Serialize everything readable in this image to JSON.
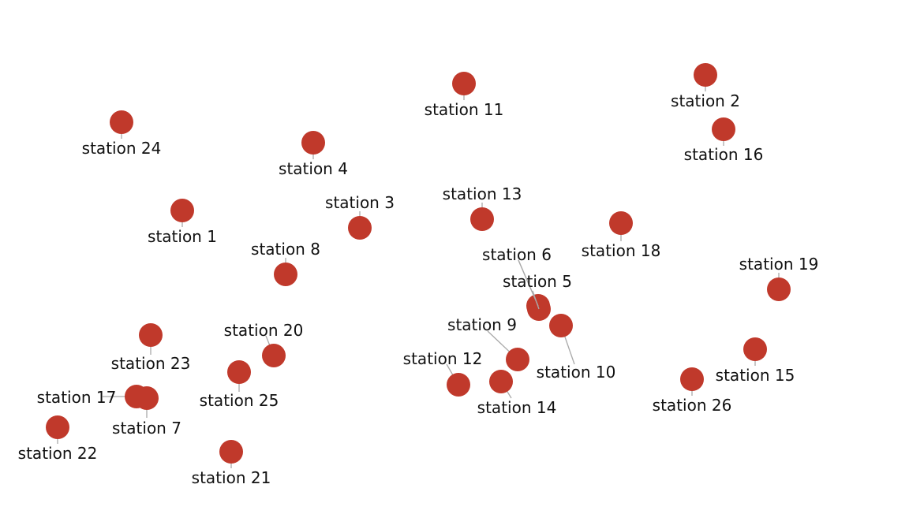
{
  "colors": {
    "marker": "#c0392b",
    "leader_line": "#a9a9a9",
    "label_text": "#111111",
    "background": "#ffffff"
  },
  "stations": [
    {
      "id": "s1",
      "name": "station 1"
    },
    {
      "id": "s2",
      "name": "station 2"
    },
    {
      "id": "s3",
      "name": "station 3"
    },
    {
      "id": "s4",
      "name": "station 4"
    },
    {
      "id": "s5",
      "name": "station 5"
    },
    {
      "id": "s6",
      "name": "station 6"
    },
    {
      "id": "s7",
      "name": "station 7"
    },
    {
      "id": "s8",
      "name": "station 8"
    },
    {
      "id": "s9",
      "name": "station 9"
    },
    {
      "id": "s10",
      "name": "station 10"
    },
    {
      "id": "s11",
      "name": "station 11"
    },
    {
      "id": "s12",
      "name": "station 12"
    },
    {
      "id": "s13",
      "name": "station 13"
    },
    {
      "id": "s14",
      "name": "station 14"
    },
    {
      "id": "s15",
      "name": "station 15"
    },
    {
      "id": "s16",
      "name": "station 16"
    },
    {
      "id": "s17",
      "name": "station 17"
    },
    {
      "id": "s18",
      "name": "station 18"
    },
    {
      "id": "s19",
      "name": "station 19"
    },
    {
      "id": "s20",
      "name": "station 20"
    },
    {
      "id": "s21",
      "name": "station 21"
    },
    {
      "id": "s22",
      "name": "station 22"
    },
    {
      "id": "s23",
      "name": "station 23"
    },
    {
      "id": "s24",
      "name": "station 24"
    },
    {
      "id": "s25",
      "name": "station 25"
    },
    {
      "id": "s26",
      "name": "station 26"
    }
  ]
}
